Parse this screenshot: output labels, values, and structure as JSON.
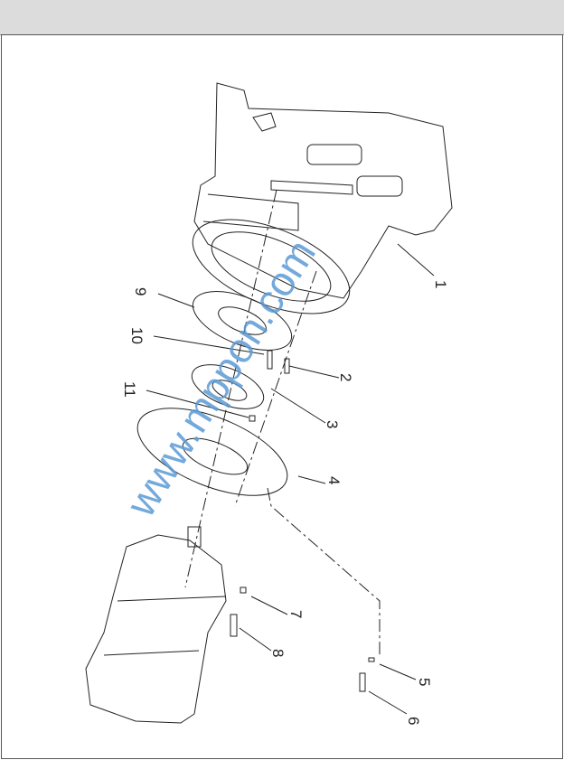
{
  "watermark": "www.mppon.com",
  "callouts": [
    "1",
    "2",
    "3",
    "4",
    "5",
    "6",
    "7",
    "8",
    "9",
    "10",
    "11"
  ]
}
